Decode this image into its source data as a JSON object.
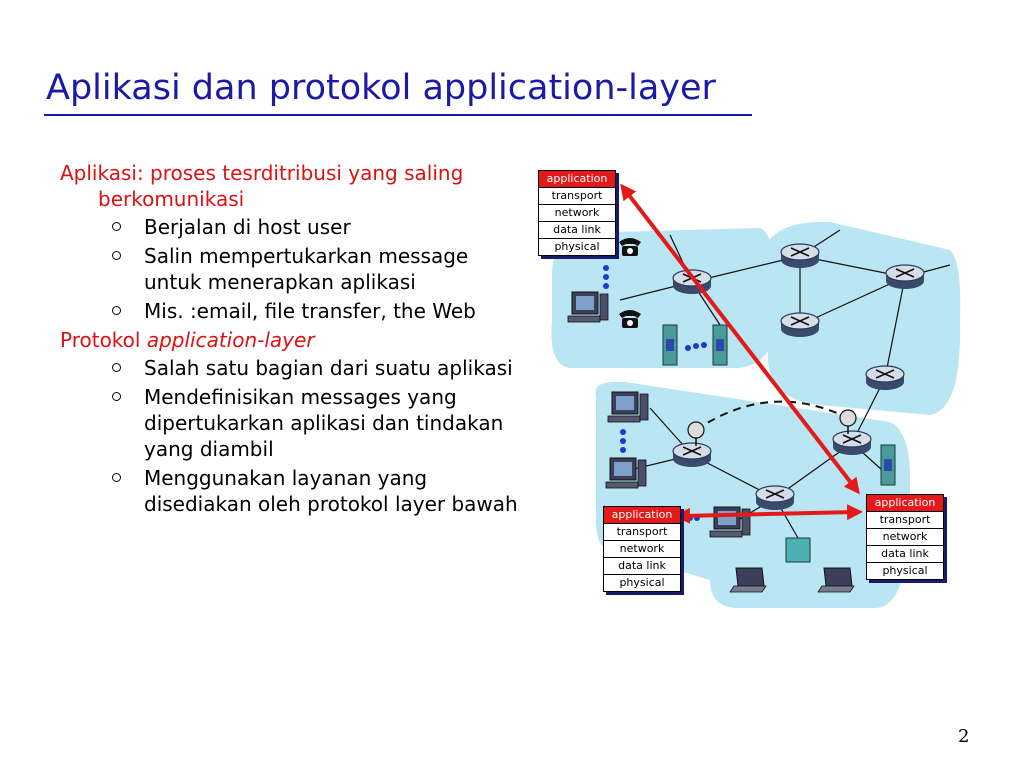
{
  "slide": {
    "title": "Aplikasi dan protokol application-layer",
    "page_number": "2"
  },
  "content": {
    "item1": {
      "heading": "Aplikasi: proses tesrditribusi yang saling berkomunikasi",
      "bullets": [
        "Berjalan di host user",
        "Salin mempertukarkan message untuk menerapkan aplikasi",
        "Mis. :email, file transfer, the Web"
      ]
    },
    "item2": {
      "heading_prefix": "Protokol ",
      "heading_italic": "application-layer",
      "bullets": [
        "Salah satu bagian dari suatu aplikasi",
        "Mendefinisikan messages yang dipertukarkan aplikasi dan tindakan yang diambil",
        "Menggunakan layanan yang disediakan oleh protokol layer bawah"
      ]
    }
  },
  "diagram": {
    "stack_layers": [
      "application",
      "transport",
      "network",
      "data link",
      "physical"
    ],
    "colors": {
      "arrow": "#e41a1a",
      "network_region": "#b9e6f2",
      "title": "#1a1aa6"
    }
  }
}
